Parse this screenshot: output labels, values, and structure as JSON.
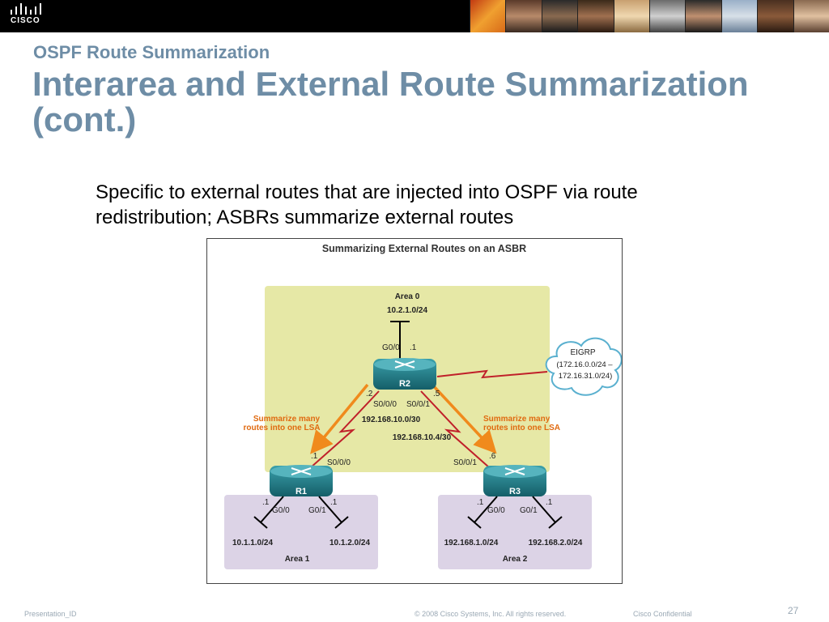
{
  "header": {
    "logo_text": "CISCO",
    "subtitle": "OSPF Route Summarization",
    "title": "Interarea and External Route Summarization (cont.)"
  },
  "body": {
    "text": "Specific to external routes that are injected into OSPF via route redistribution; ASBRs summarize external routes"
  },
  "diagram": {
    "title": "Summarizing External Routes on an ASBR",
    "areas": {
      "area0": "Area 0",
      "area1": "Area 1",
      "area2": "Area 2"
    },
    "routers": {
      "r1": "R1",
      "r2": "R2",
      "r3": "R3"
    },
    "networks": {
      "r2_lan": "10.2.1.0/24",
      "r1_lan1": "10.1.1.0/24",
      "r1_lan2": "10.1.2.0/24",
      "r3_lan1": "192.168.1.0/24",
      "r3_lan2": "192.168.2.0/24",
      "link_r1_r2": "192.168.10.0/30",
      "link_r2_r3": "192.168.10.4/30"
    },
    "interfaces": {
      "r2_g00": "G0/0",
      "r2_g00_host": ".1",
      "r2_s000": "S0/0/0",
      "r2_s000_host": ".2",
      "r2_s001": "S0/0/1",
      "r2_s001_host": ".5",
      "r1_s000": "S0/0/0",
      "r1_s000_host": ".1",
      "r1_g00": "G0/0",
      "r1_g00_host": ".1",
      "r1_g01": "G0/1",
      "r1_g01_host": ".1",
      "r3_s001": "S0/0/1",
      "r3_s001_host": ".6",
      "r3_g00": "G0/0",
      "r3_g00_host": ".1",
      "r3_g01": "G0/1",
      "r3_g01_host": ".1"
    },
    "eigrp": {
      "line1": "EIGRP",
      "line2": "(172.16.0.0/24 –",
      "line3": "172.16.31.0/24)"
    },
    "annotations": {
      "left_line1": "Summarize many",
      "left_line2": "routes into one LSA",
      "right_line1": "Summarize many",
      "right_line2": "routes into one LSA"
    },
    "colors": {
      "area0_fill": "#e6e8a6",
      "stub_area_fill": "#dcd3e6",
      "router_fill": "#1f7f8c",
      "serial_link": "#c0202a",
      "summary_arrow": "#f08a1c",
      "annotation_text": "#e06a10"
    }
  },
  "footer": {
    "presentation_id": "Presentation_ID",
    "copyright": "© 2008 Cisco Systems, Inc. All rights reserved.",
    "confidential": "Cisco Confidential",
    "page_number": "27"
  }
}
